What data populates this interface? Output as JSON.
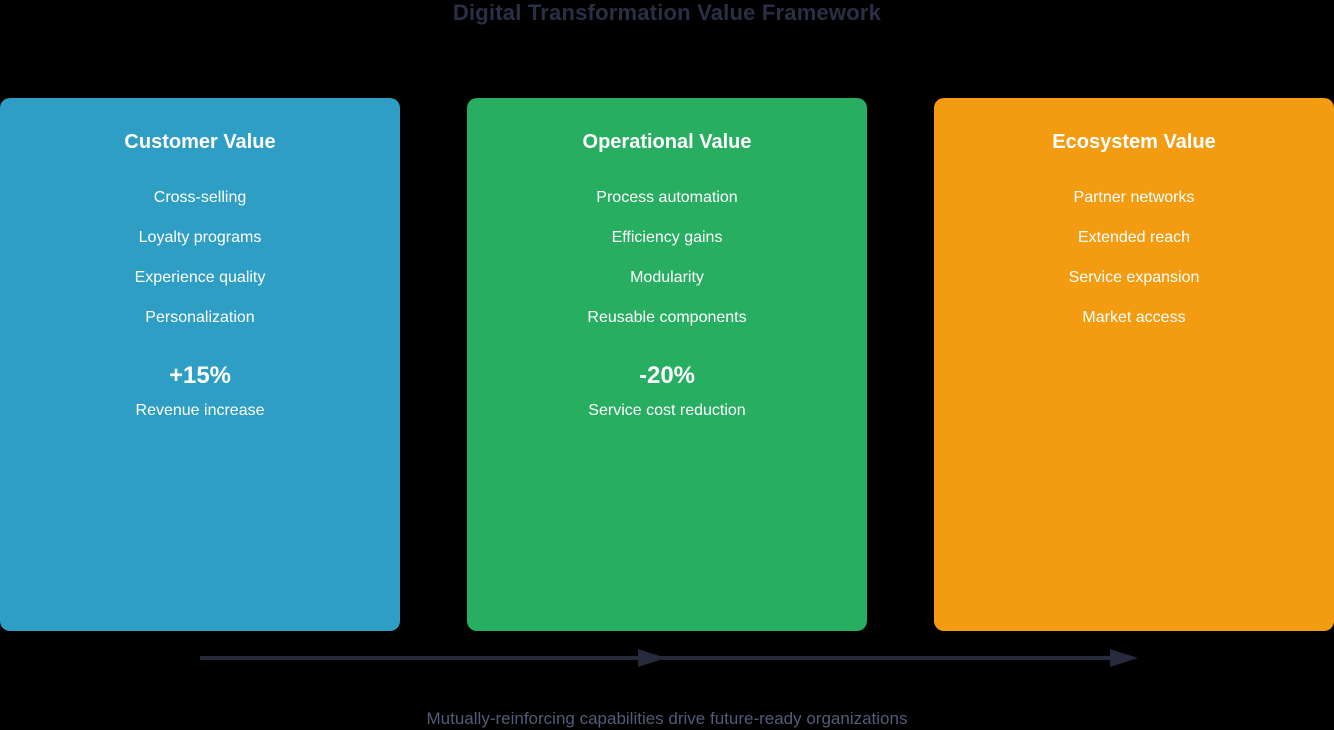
{
  "title": "Digital Transformation Value Framework",
  "caption": "Mutually-reinforcing capabilities drive future-ready organizations",
  "colors": {
    "background": "#000000",
    "title_text": "#2A2F45",
    "arrow": "#252A3C",
    "caption_text": "#545B78",
    "card_text": "#FFFFFF",
    "customer_card": "#2E9EC4",
    "operational_card": "#27AE60",
    "ecosystem_card": "#F39C12"
  },
  "columns": [
    {
      "title": "Customer Value",
      "color": "#2E9EC4",
      "items": [
        "Cross-selling",
        "Loyalty programs",
        "Experience quality",
        "Personalization"
      ],
      "metric_value": "+15%",
      "metric_label": "Revenue increase"
    },
    {
      "title": "Operational Value",
      "color": "#27AE60",
      "items": [
        "Process automation",
        "Efficiency gains",
        "Modularity",
        "Reusable components"
      ],
      "metric_value": "-20%",
      "metric_label": "Service cost reduction"
    },
    {
      "title": "Ecosystem Value",
      "color": "#F39C12",
      "items": [
        "Partner networks",
        "Extended reach",
        "Service expansion",
        "Market access"
      ]
    }
  ]
}
